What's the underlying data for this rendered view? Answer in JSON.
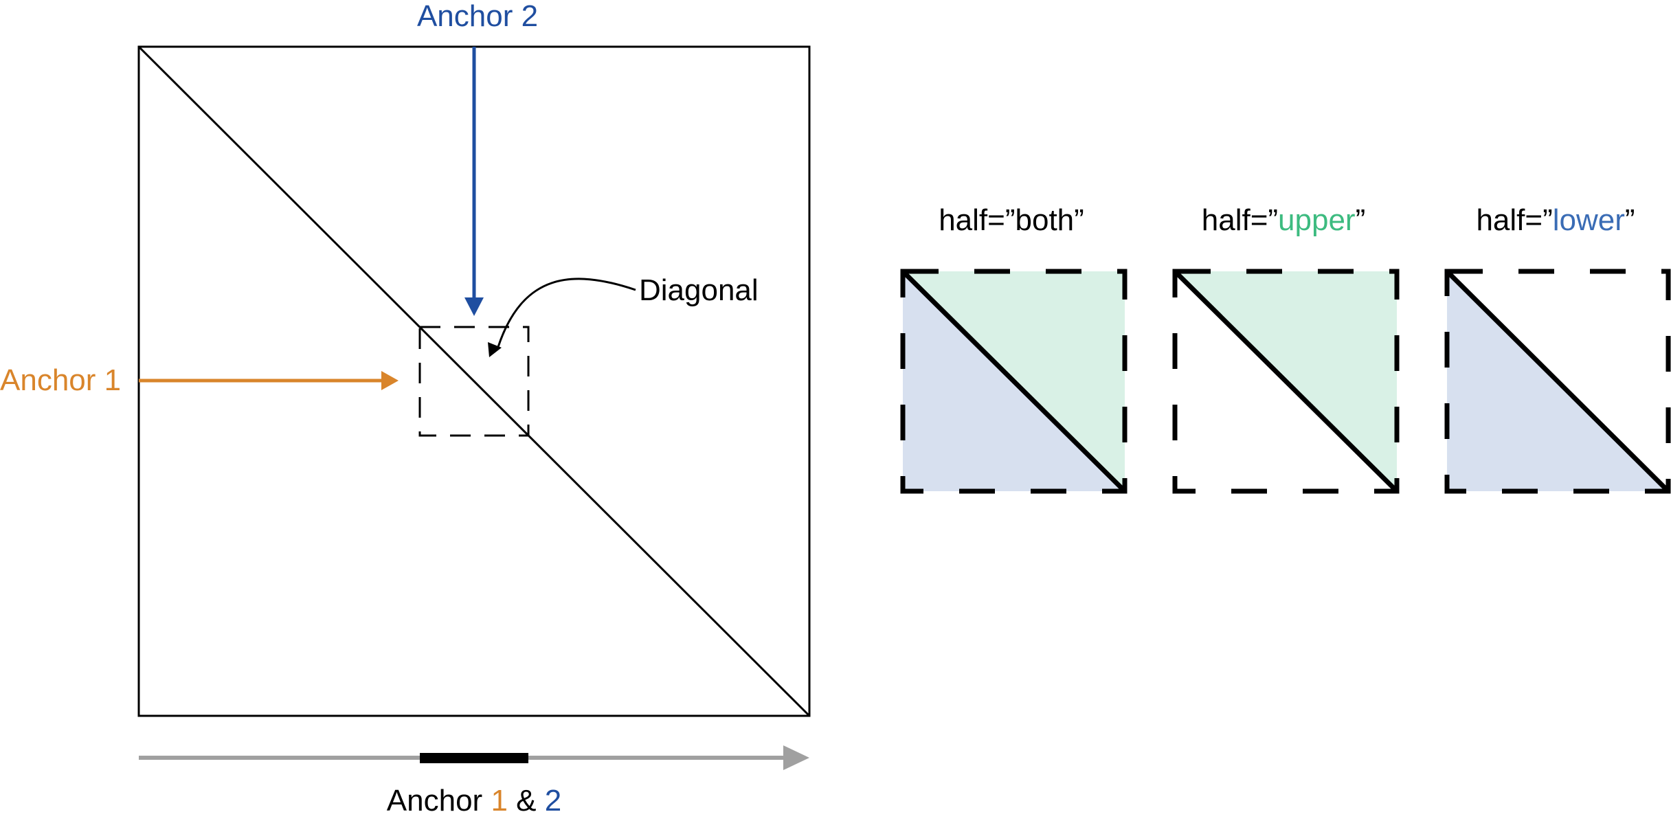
{
  "labels": {
    "anchor2": "Anchor 2",
    "anchor1": "Anchor 1",
    "diagonal": "Diagonal",
    "bottom_prefix": "Anchor ",
    "bottom_one": "1",
    "bottom_amp": " & ",
    "bottom_two": "2"
  },
  "panels": [
    {
      "prefix": "half=”",
      "word": "both",
      "suffix": "”"
    },
    {
      "prefix": "half=”",
      "word": "upper",
      "suffix": "”"
    },
    {
      "prefix": "half=”",
      "word": "lower",
      "suffix": "”"
    }
  ],
  "colors": {
    "anchor1": "#d9852b",
    "anchor2": "#1f4ea0",
    "upper_text": "#3dbb80",
    "lower_text": "#3a6cb5",
    "upper_fill": "#d9f1e6",
    "lower_fill": "#d7e0ef",
    "axis_gray": "#a0a0a0",
    "black": "#000000"
  }
}
